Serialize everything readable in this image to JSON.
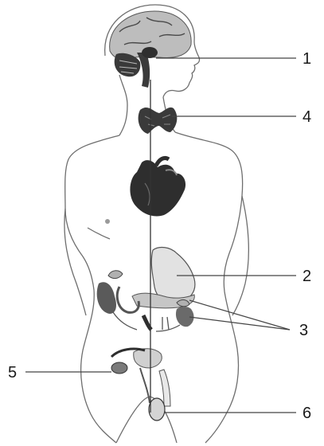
{
  "labels": {
    "l1": "1",
    "l2": "2",
    "l3": "3",
    "l4": "4",
    "l5": "5",
    "l6": "6"
  },
  "colors": {
    "outline": "#6e6e6e",
    "organ_dark": "#2e2e2e",
    "organ_mid": "#8a8a8a",
    "organ_light": "#d8d8d8",
    "line": "#444444"
  }
}
